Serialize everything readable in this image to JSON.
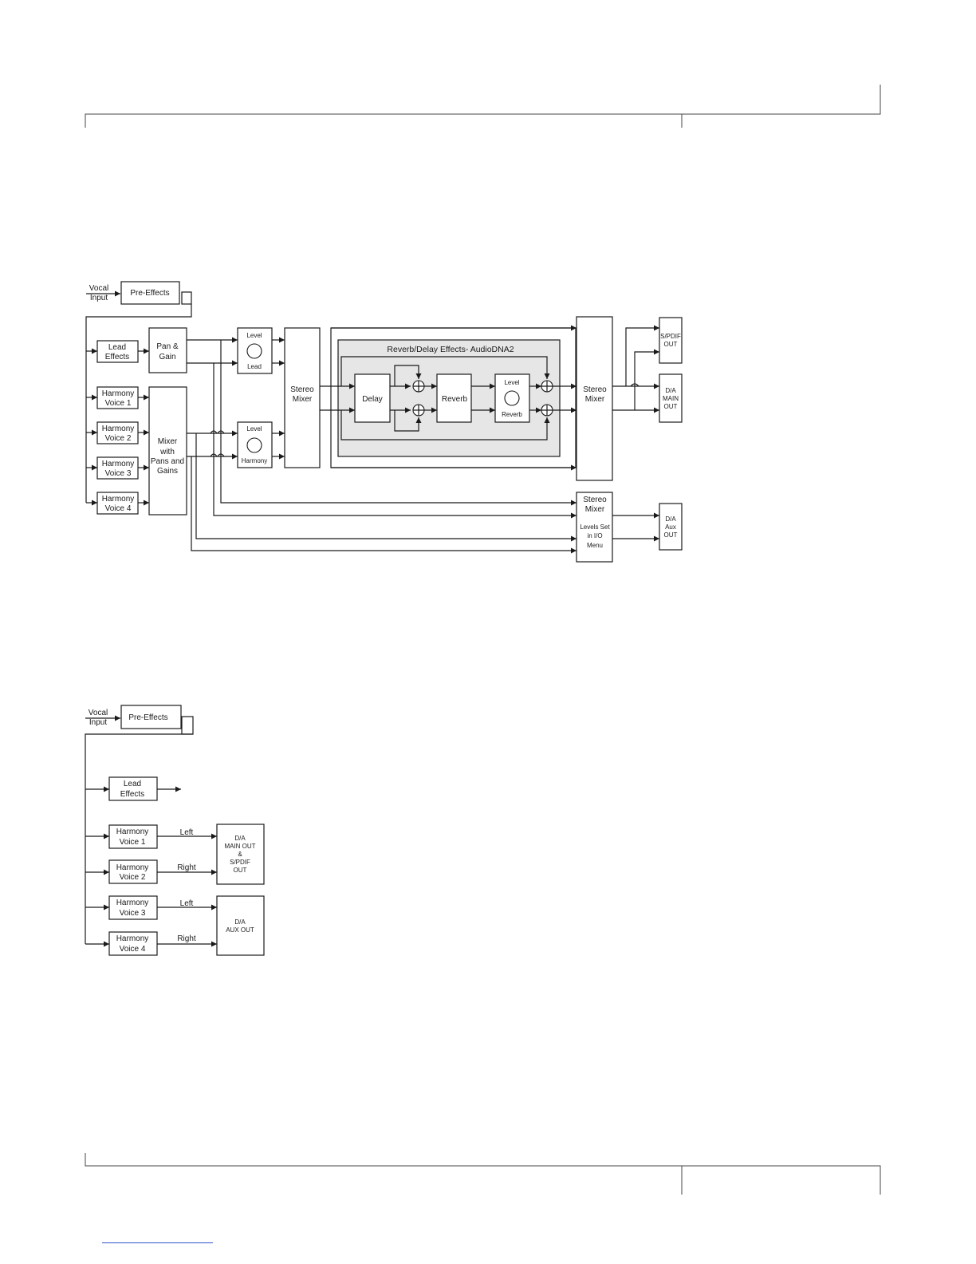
{
  "diagram1": {
    "vocal_input": [
      "Vocal",
      "Input"
    ],
    "pre_effects": "Pre-Effects",
    "lead_effects": [
      "Lead",
      "Effects"
    ],
    "pan_gain": [
      "Pan &",
      "Gain"
    ],
    "harmony_voices": [
      [
        "Harmony",
        "Voice 1"
      ],
      [
        "Harmony",
        "Voice 2"
      ],
      [
        "Harmony",
        "Voice 3"
      ],
      [
        "Harmony",
        "Voice 4"
      ]
    ],
    "mixer_pans": [
      "Mixer",
      "with",
      "Pans and",
      "Gains"
    ],
    "level_lead": [
      "Level",
      "Lead"
    ],
    "level_harmony": [
      "Level",
      "Harmony"
    ],
    "stereo_mixer_in": [
      "Stereo",
      "Mixer"
    ],
    "reverb_panel_title": "Reverb/Delay Effects- AudioDNA2",
    "delay": "Delay",
    "reverb": "Reverb",
    "level_reverb": [
      "Level",
      "Reverb"
    ],
    "stereo_mixer_out": [
      "Stereo",
      "Mixer"
    ],
    "stereo_mixer_aux": [
      "Stereo",
      "Mixer",
      "Levels Set",
      "in I/O",
      "Menu"
    ],
    "spdif_out": [
      "S/PDIF",
      "OUT"
    ],
    "da_main_out": [
      "D/A",
      "MAIN",
      "OUT"
    ],
    "da_aux_out": [
      "D/A",
      "Aux",
      "OUT"
    ]
  },
  "diagram2": {
    "vocal_input": [
      "Vocal",
      "Input"
    ],
    "pre_effects": "Pre-Effects",
    "lead_effects": [
      "Lead",
      "Effects"
    ],
    "harmony_voices": [
      [
        "Harmony",
        "Voice 1"
      ],
      [
        "Harmony",
        "Voice 2"
      ],
      [
        "Harmony",
        "Voice 3"
      ],
      [
        "Harmony",
        "Voice 4"
      ]
    ],
    "channel_labels": [
      "Left",
      "Right",
      "Left",
      "Right"
    ],
    "da_main_spdif": [
      "D/A",
      "MAIN OUT",
      "&",
      "S/PDIF",
      "OUT"
    ],
    "da_aux": [
      "D/A",
      "AUX OUT"
    ]
  },
  "colors": {
    "ink": "#1a1a1a",
    "panel_gray": "#e6e6e6",
    "link_blue": "#3355cc"
  }
}
